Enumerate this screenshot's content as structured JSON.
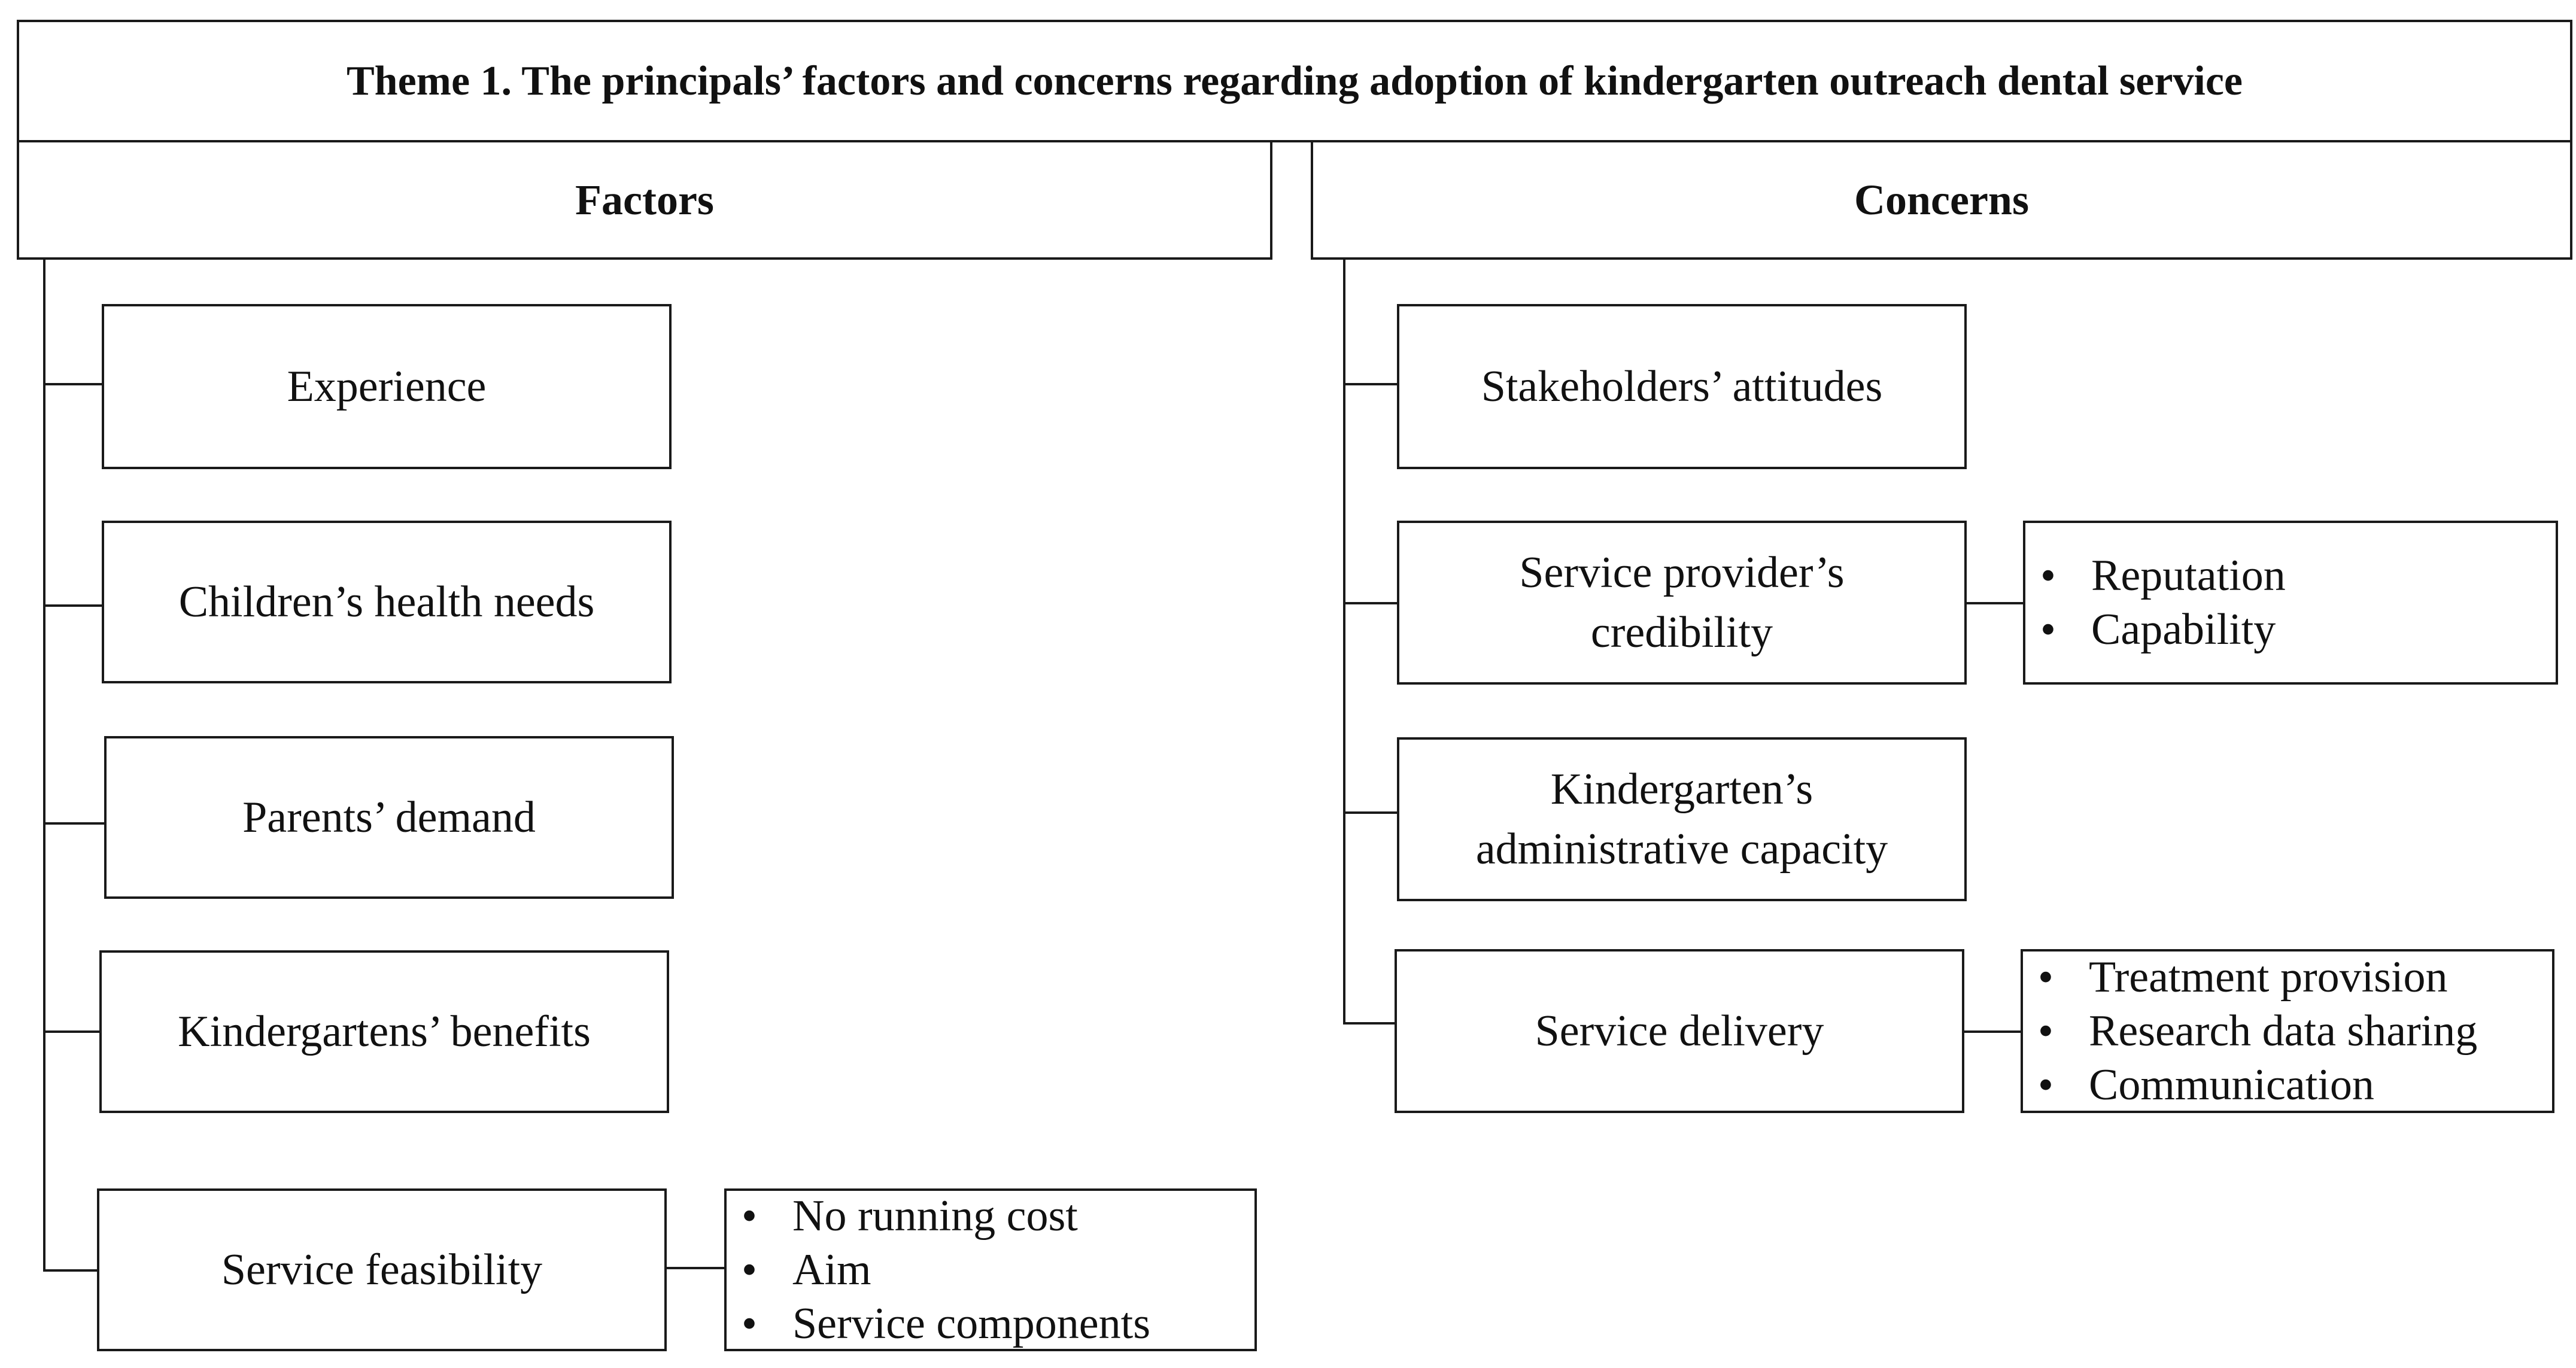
{
  "title": "Theme 1. The principals’ factors and concerns regarding adoption of kindergarten outreach dental service",
  "factors": {
    "header": "Factors",
    "items": [
      {
        "label": "Experience"
      },
      {
        "label": "Children’s health needs"
      },
      {
        "label": "Parents’ demand"
      },
      {
        "label": "Kindergartens’ benefits"
      },
      {
        "label": "Service feasibility",
        "details": [
          "No running cost",
          "Aim",
          "Service components"
        ]
      }
    ]
  },
  "concerns": {
    "header": "Concerns",
    "items": [
      {
        "label": "Stakeholders’ attitudes"
      },
      {
        "label_lines": [
          "Service provider’s",
          "credibility"
        ],
        "details": [
          "Reputation",
          "Capability"
        ]
      },
      {
        "label_lines": [
          "Kindergarten’s",
          "administrative capacity"
        ]
      },
      {
        "label": "Service delivery",
        "details": [
          "Treatment provision",
          "Research data sharing",
          "Communication"
        ]
      }
    ]
  }
}
